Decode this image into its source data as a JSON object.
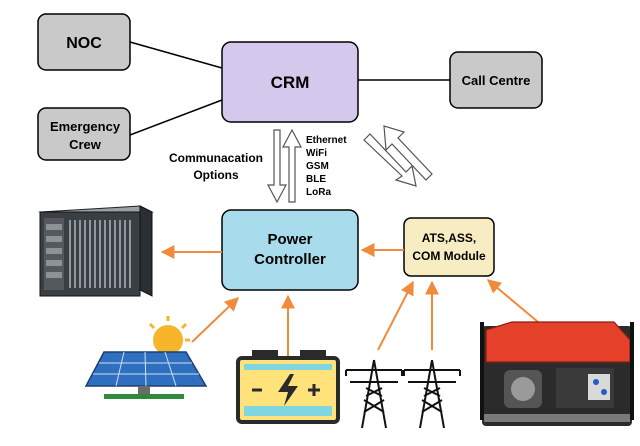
{
  "nodes": {
    "noc": "NOC",
    "emergency_line1": "Emergency",
    "emergency_line2": "Crew",
    "crm": "CRM",
    "call_centre": "Call Centre",
    "power_line1": "Power",
    "power_line2": "Controller",
    "ats_line1": "ATS,ASS,",
    "ats_line2": "COM Module"
  },
  "comm": {
    "label_line1": "Communacation",
    "label_line2": "Options",
    "options": [
      "Ethernet",
      "WiFi",
      "GSM",
      "BLE",
      "LoRa"
    ]
  },
  "colors": {
    "gray_box": "#c9c9c9",
    "crm_box": "#d4c8ec",
    "power_box": "#a8dcec",
    "ats_box": "#f8ecc2",
    "orange_arrow": "#f08a3c"
  },
  "icons": [
    "server-rack-icon",
    "solar-panel-icon",
    "battery-icon",
    "power-tower-icon",
    "power-tower-icon",
    "generator-icon"
  ]
}
